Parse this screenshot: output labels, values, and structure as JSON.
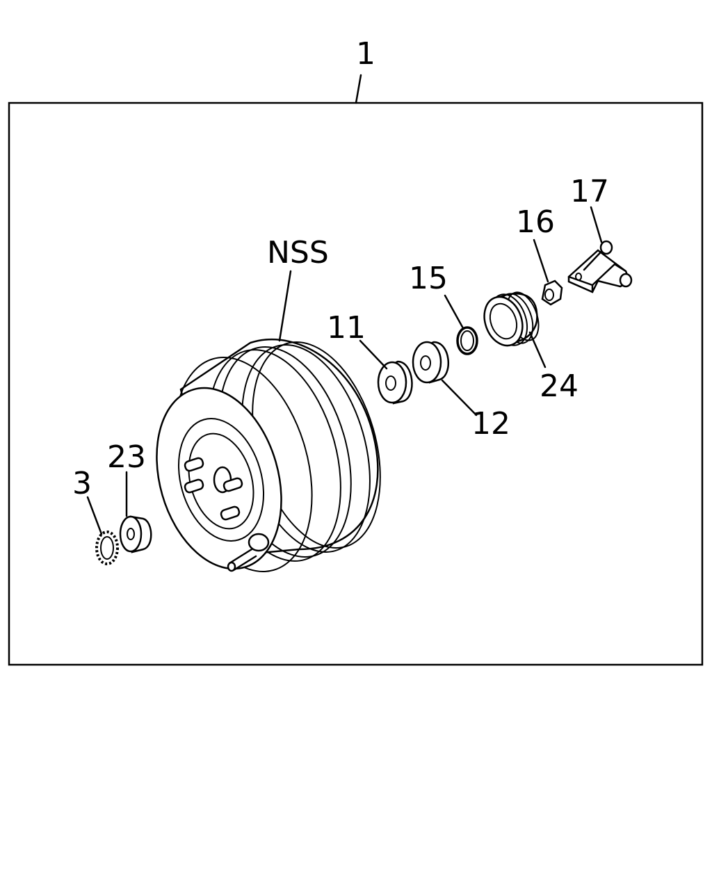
{
  "callouts": {
    "assembly": "1",
    "nss": "NSS",
    "p3": "3",
    "p11": "11",
    "p12": "12",
    "p15": "15",
    "p16": "16",
    "p17": "17",
    "p23": "23",
    "p24": "24"
  }
}
